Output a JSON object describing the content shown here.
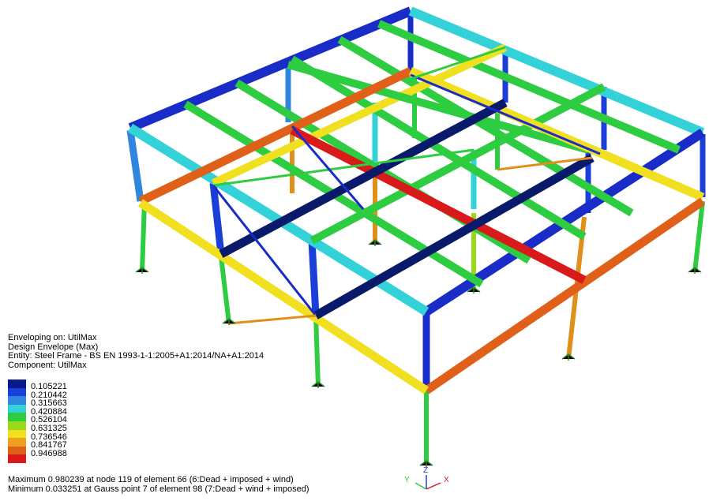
{
  "info": {
    "enveloping": "Enveloping on: UtilMax",
    "design_envelope": "Design Envelope (Max)",
    "entity": "Entity: Steel Frame - BS EN 1993-1-1:2005+A1:2014/NA+A1:2014",
    "component": "Component: UtilMax"
  },
  "legend": {
    "colors": [
      "#0a1a8c",
      "#1a3fd8",
      "#2f86e0",
      "#33d2d8",
      "#2ecc40",
      "#9ad81a",
      "#f0e020",
      "#f0a020",
      "#e0601a",
      "#d81a1a"
    ],
    "labels": [
      "0.105221",
      "0.210442",
      "0.315663",
      "0.420884",
      "0.526104",
      "0.631325",
      "0.736546",
      "0.841767",
      "0.946988"
    ]
  },
  "footer": {
    "maximum": "Maximum 0.980239 at node 119 of element 66 (6:Dead + imposed + wind)",
    "minimum": "Minimum 0.033251 at Gauss point 7 of element 98 (7:Dead + wind + imposed)"
  },
  "axes": {
    "y": "Y",
    "z": "Z",
    "x": "X"
  }
}
